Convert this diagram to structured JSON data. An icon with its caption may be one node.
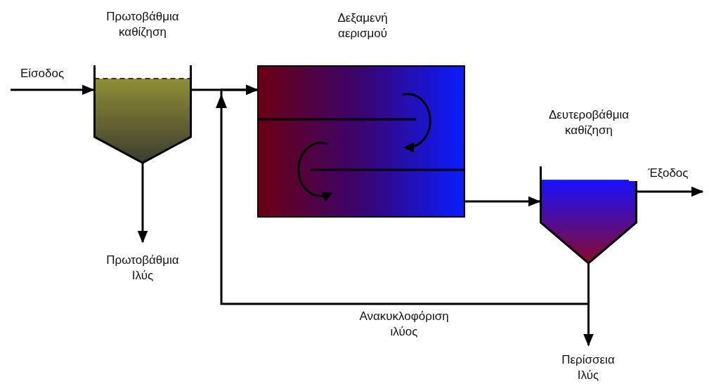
{
  "diagram": {
    "nodes": [
      {
        "text": [
          "Πρωτοβάθμια καθίζηση"
        ]
      },
      {
        "text": [
          "Δεξαμενή αερισμού"
        ]
      },
      {
        "text": [
          "Δευτεροβάθμια καθίζηση"
        ]
      },
      {
        "text": [
          "Πρωτοβάθμια Ιλύς"
        ]
      },
      {
        "text": [
          "Περίσσεια Ιλύς"
        ]
      }
    ],
    "edges": [
      {
        "from": null,
        "to": 0,
        "arrow": "to",
        "label": "Είσοδος"
      },
      {
        "from": 0,
        "to": 1,
        "arrow": "to"
      },
      {
        "from": 0,
        "to": 3,
        "arrow": "to"
      },
      {
        "from": 1,
        "to": 2,
        "arrow": "to"
      },
      {
        "from": 2,
        "to": null,
        "arrow": "to",
        "label": "Έξοδος"
      },
      {
        "from": 2,
        "to": 1,
        "arrow": "to",
        "label": "Ανακυκλοφόριση ιλύος"
      },
      {
        "from": 2,
        "to": 4,
        "arrow": "to"
      }
    ]
  }
}
